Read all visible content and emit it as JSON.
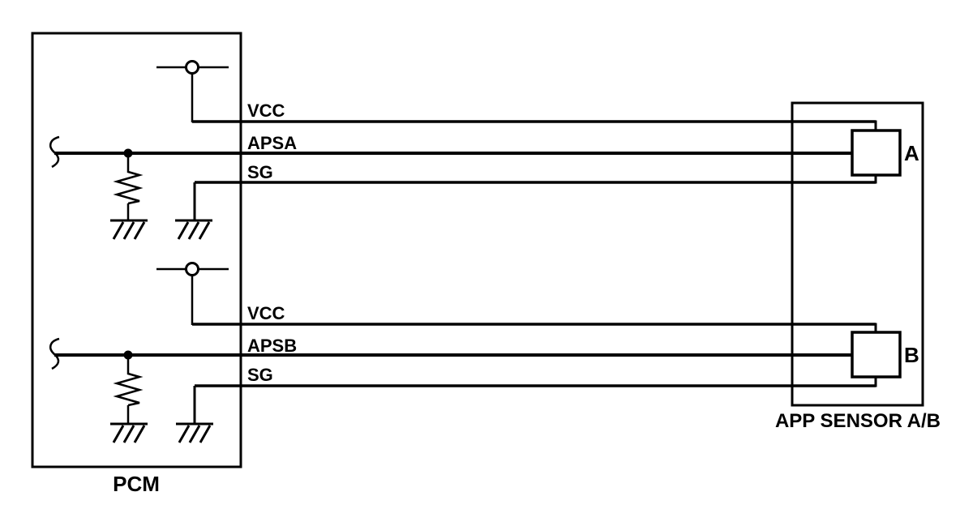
{
  "diagram": {
    "pcm": {
      "label": "PCM"
    },
    "sensor": {
      "label": "APP SENSOR A/B",
      "element_a_label": "A",
      "element_b_label": "B"
    },
    "channel_a": {
      "vcc_label": "VCC",
      "signal_label": "APSA",
      "sg_label": "SG"
    },
    "channel_b": {
      "vcc_label": "VCC",
      "signal_label": "APSB",
      "sg_label": "SG"
    },
    "colors": {
      "line": "#000000",
      "background": "#ffffff"
    }
  }
}
